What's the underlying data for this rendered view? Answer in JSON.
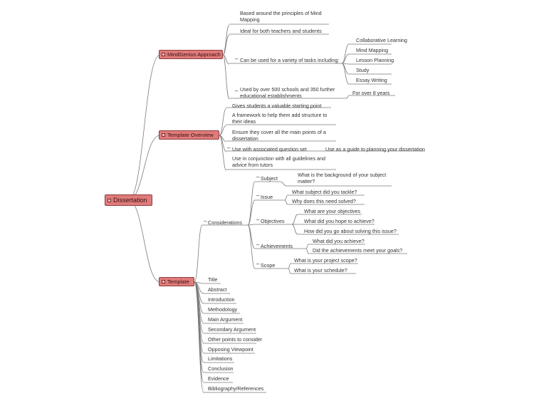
{
  "root": {
    "label": "Dissertation"
  },
  "branches": {
    "mindgenius": {
      "label": "MindGenius Approach",
      "children": {
        "principles": "Based around the principles of Mind Mapping",
        "ideal": "Ideal for both teachers and students",
        "tasks": "Can be used for a variety of tasks including:",
        "tasks_items": [
          "Collaborative Learning",
          "Mind Mapping",
          "Lesson Planning",
          "Study",
          "Essay Writing"
        ],
        "used": "Used by over 500 schools and 350 further educational establishments",
        "used_child": "For over 8 years"
      }
    },
    "overview": {
      "label": "Template Overview",
      "children": {
        "start": "Gives students a valuable starting point",
        "framework": "A framework to help them add structure to their ideas",
        "cover": "Ensure they cover all the main points of a dissertation",
        "question": "Use with associated question set",
        "question_child": "Use as a guide to planning your dissertation",
        "conjunction": "Use in conjunction with all guidelines and advice from tutors"
      }
    },
    "template": {
      "label": "Template",
      "considerations": {
        "label": "Considerations",
        "subject": {
          "label": "Subject",
          "items": [
            "What is the background of your subject matter?"
          ]
        },
        "issue": {
          "label": "Issue",
          "items": [
            "What subject did you tackle?",
            "Why does this need solved?"
          ]
        },
        "objectives": {
          "label": "Objectives",
          "items": [
            "What are your objectives",
            "What did you hope to achieve?",
            "How did you go about solving this issue?"
          ]
        },
        "achievements": {
          "label": "Achievements",
          "items": [
            "What did you achieve?",
            "Did the achievements meet your goals?"
          ]
        },
        "scope": {
          "label": "Scope",
          "items": [
            "What is your project scope?",
            "What is your schedule?"
          ]
        }
      },
      "sections": [
        "Title",
        "Abstract",
        "Introduction",
        "Methodology",
        "Main Argument",
        "Secondary Argument",
        "Other points to consider",
        "Opposing Viewpoint",
        "Limitations",
        "Conclusion",
        "Evidence",
        "Bibliography/References"
      ]
    }
  },
  "colors": {
    "node_fill": "#e07b7b",
    "node_border": "#8e3c3c",
    "line": "#7a7a7a",
    "text": "#333333"
  }
}
